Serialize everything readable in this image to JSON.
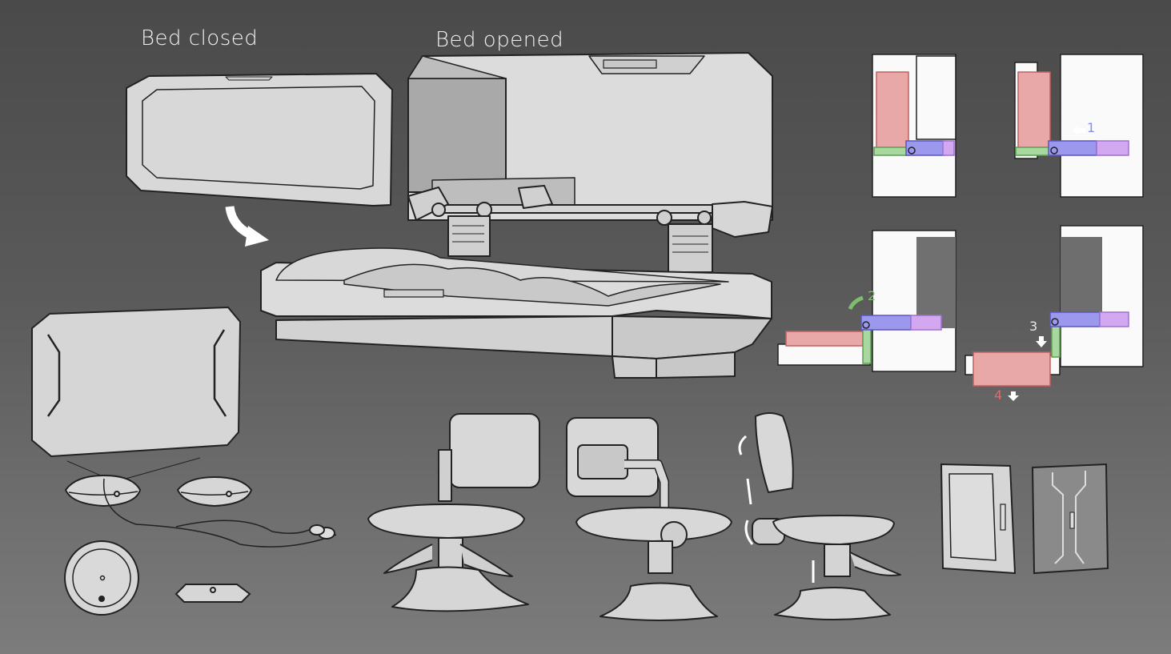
{
  "labels": {
    "bed_closed": "Bed closed",
    "bed_opened": "Bed opened"
  },
  "steps": [
    {
      "n": "1",
      "color": "#8a8cf0"
    },
    {
      "n": "2",
      "color": "#7dbd6f"
    },
    {
      "n": "3",
      "color": "#e8e8e8"
    },
    {
      "n": "4",
      "color": "#e06a6a"
    }
  ],
  "colors": {
    "fill": "#dcdcdc",
    "shade": "#a8a8a8",
    "line": "#222222",
    "red": "#e8a0a0",
    "purple": "#9a96ee",
    "violet": "#cfa4ef",
    "green": "#a3d39a"
  }
}
